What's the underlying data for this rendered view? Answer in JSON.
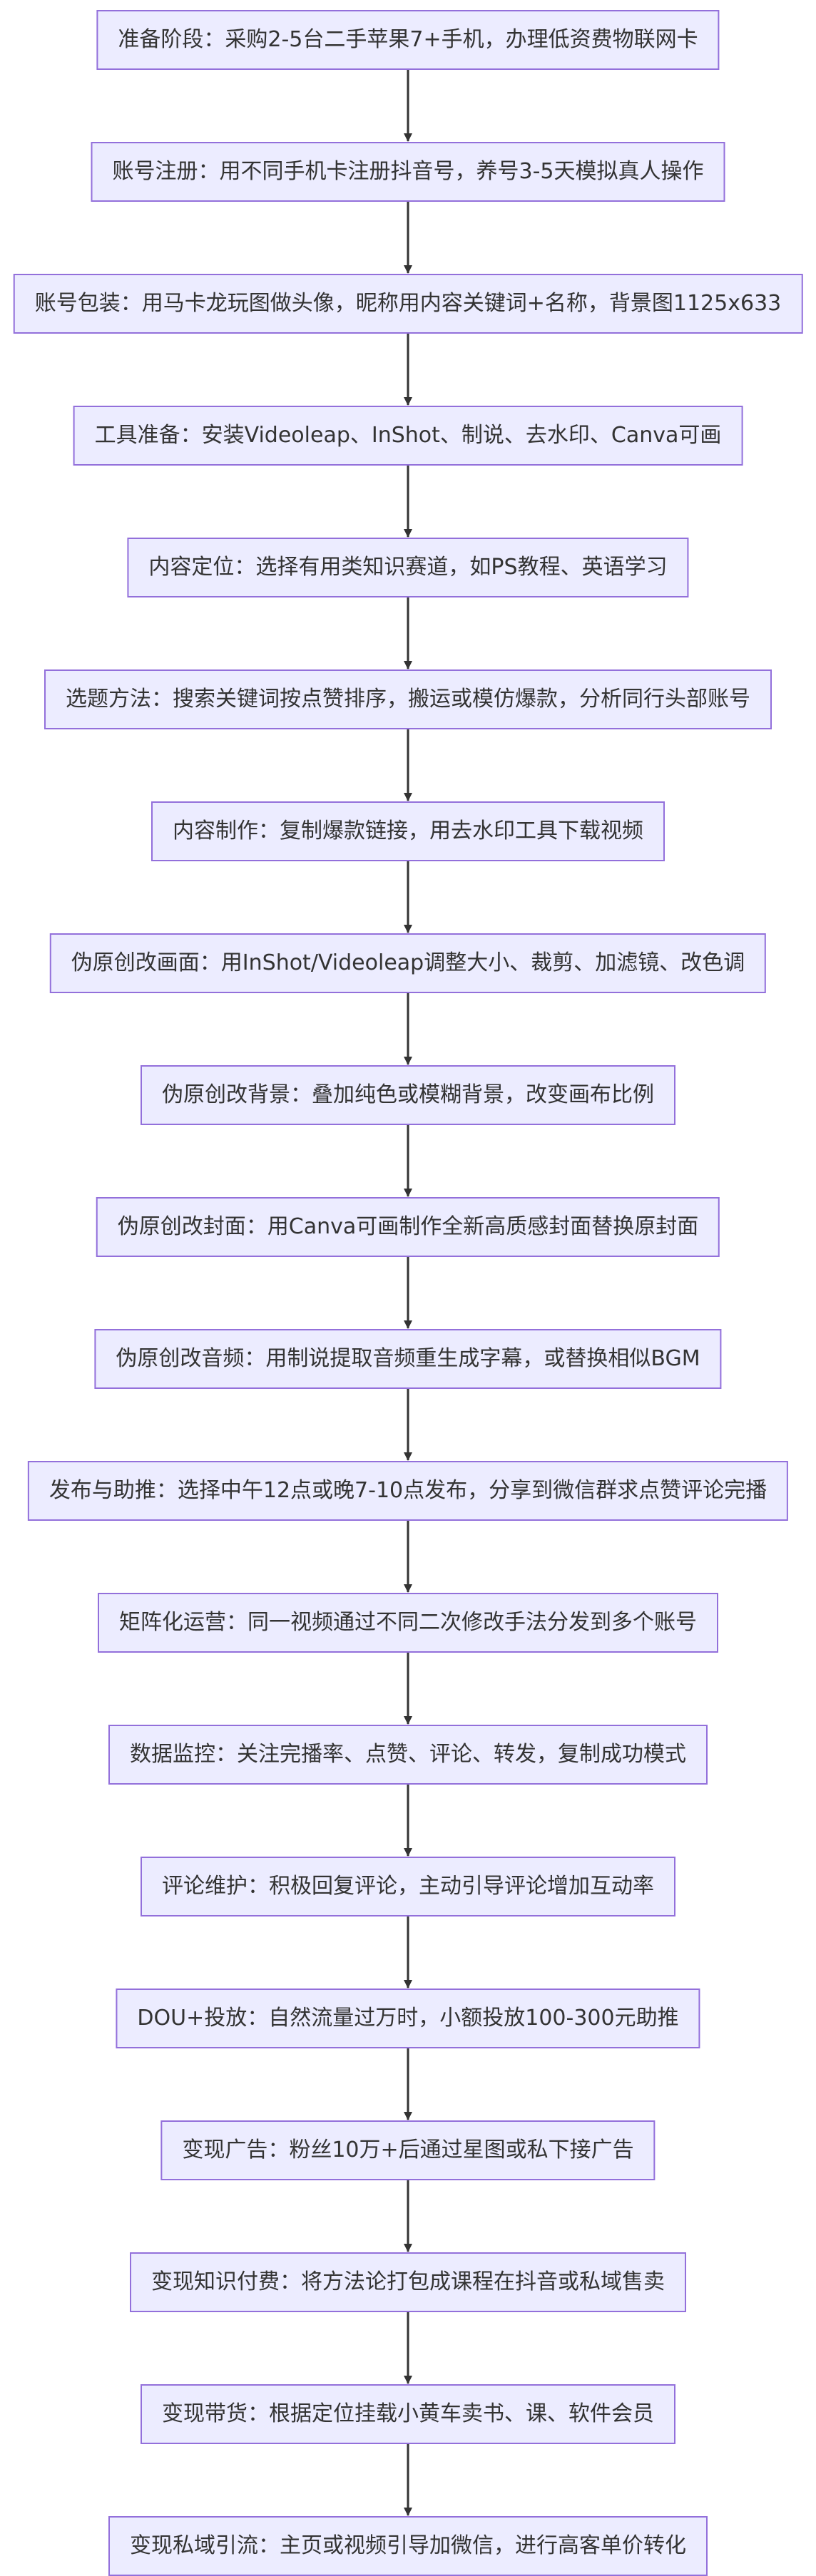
{
  "diagram": {
    "colors": {
      "node_fill": "#ECECFF",
      "node_border": "#9370DB",
      "edge": "#333333",
      "text": "#333333"
    },
    "nodes": [
      {
        "id": "n1",
        "label": "准备阶段：采购2-5台二手苹果7+手机，办理低资费物联网卡"
      },
      {
        "id": "n2",
        "label": "账号注册：用不同手机卡注册抖音号，养号3-5天模拟真人操作"
      },
      {
        "id": "n3",
        "label": "账号包装：用马卡龙玩图做头像，昵称用内容关键词+名称，背景图1125x633"
      },
      {
        "id": "n4",
        "label": "工具准备：安装Videoleap、InShot、制说、去水印、Canva可画"
      },
      {
        "id": "n5",
        "label": "内容定位：选择有用类知识赛道，如PS教程、英语学习"
      },
      {
        "id": "n6",
        "label": "选题方法：搜索关键词按点赞排序，搬运或模仿爆款，分析同行头部账号"
      },
      {
        "id": "n7",
        "label": "内容制作：复制爆款链接，用去水印工具下载视频"
      },
      {
        "id": "n8",
        "label": "伪原创改画面：用InShot/Videoleap调整大小、裁剪、加滤镜、改色调"
      },
      {
        "id": "n9",
        "label": "伪原创改背景：叠加纯色或模糊背景，改变画布比例"
      },
      {
        "id": "n10",
        "label": "伪原创改封面：用Canva可画制作全新高质感封面替换原封面"
      },
      {
        "id": "n11",
        "label": "伪原创改音频：用制说提取音频重生成字幕，或替换相似BGM"
      },
      {
        "id": "n12",
        "label": "发布与助推：选择中午12点或晚7-10点发布，分享到微信群求点赞评论完播"
      },
      {
        "id": "n13",
        "label": "矩阵化运营：同一视频通过不同二次修改手法分发到多个账号"
      },
      {
        "id": "n14",
        "label": "数据监控：关注完播率、点赞、评论、转发，复制成功模式"
      },
      {
        "id": "n15",
        "label": "评论维护：积极回复评论，主动引导评论增加互动率"
      },
      {
        "id": "n16",
        "label": "DOU+投放：自然流量过万时，小额投放100-300元助推"
      },
      {
        "id": "n17",
        "label": "变现广告：粉丝10万+后通过星图或私下接广告"
      },
      {
        "id": "n18",
        "label": "变现知识付费：将方法论打包成课程在抖音或私域售卖"
      },
      {
        "id": "n19",
        "label": "变现带货：根据定位挂载小黄车卖书、课、软件会员"
      },
      {
        "id": "n20",
        "label": "变现私域引流：主页或视频引导加微信，进行高客单价转化"
      }
    ]
  }
}
